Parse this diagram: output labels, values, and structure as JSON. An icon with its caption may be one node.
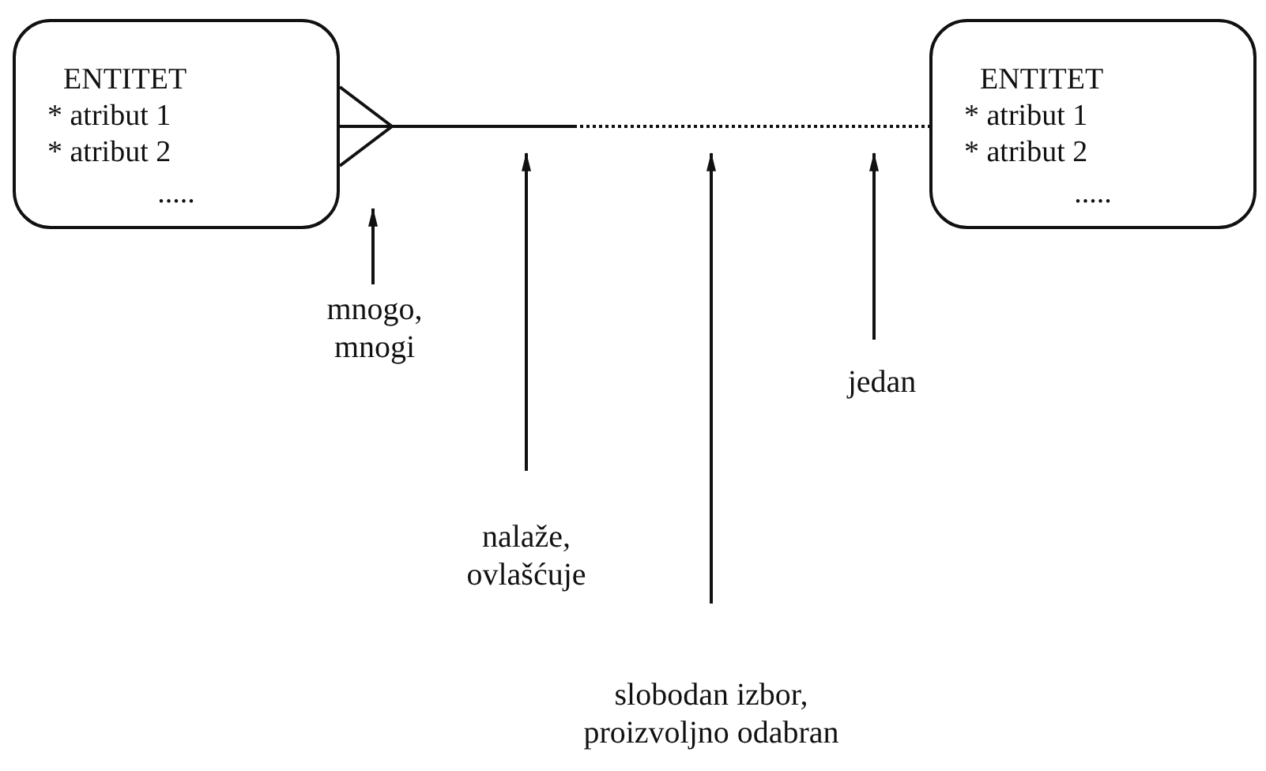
{
  "diagram": {
    "nodes": [
      {
        "text": [
          "ENTITET",
          "* atribut 1",
          "* atribut 2",
          "....."
        ]
      },
      {
        "text": [
          "ENTITET",
          "* atribut 1",
          "* atribut 2",
          "....."
        ]
      },
      {
        "text": [
          "mnogo, mnogi"
        ]
      },
      {
        "text": [
          "nalaže, ovlašćuje"
        ]
      },
      {
        "text": [
          "slobodan izbor, proizvoljno odabran"
        ]
      },
      {
        "text": [
          "jedan"
        ]
      }
    ],
    "edges": [
      {
        "from": 0,
        "to": 1,
        "arrow": "other",
        "style": "dashed"
      },
      {
        "from": 2,
        "to": 0,
        "arrow": "to"
      },
      {
        "from": 3,
        "to": null,
        "arrow": "to"
      },
      {
        "from": 4,
        "to": null,
        "arrow": "to"
      },
      {
        "from": 5,
        "to": null,
        "arrow": "to"
      }
    ]
  }
}
